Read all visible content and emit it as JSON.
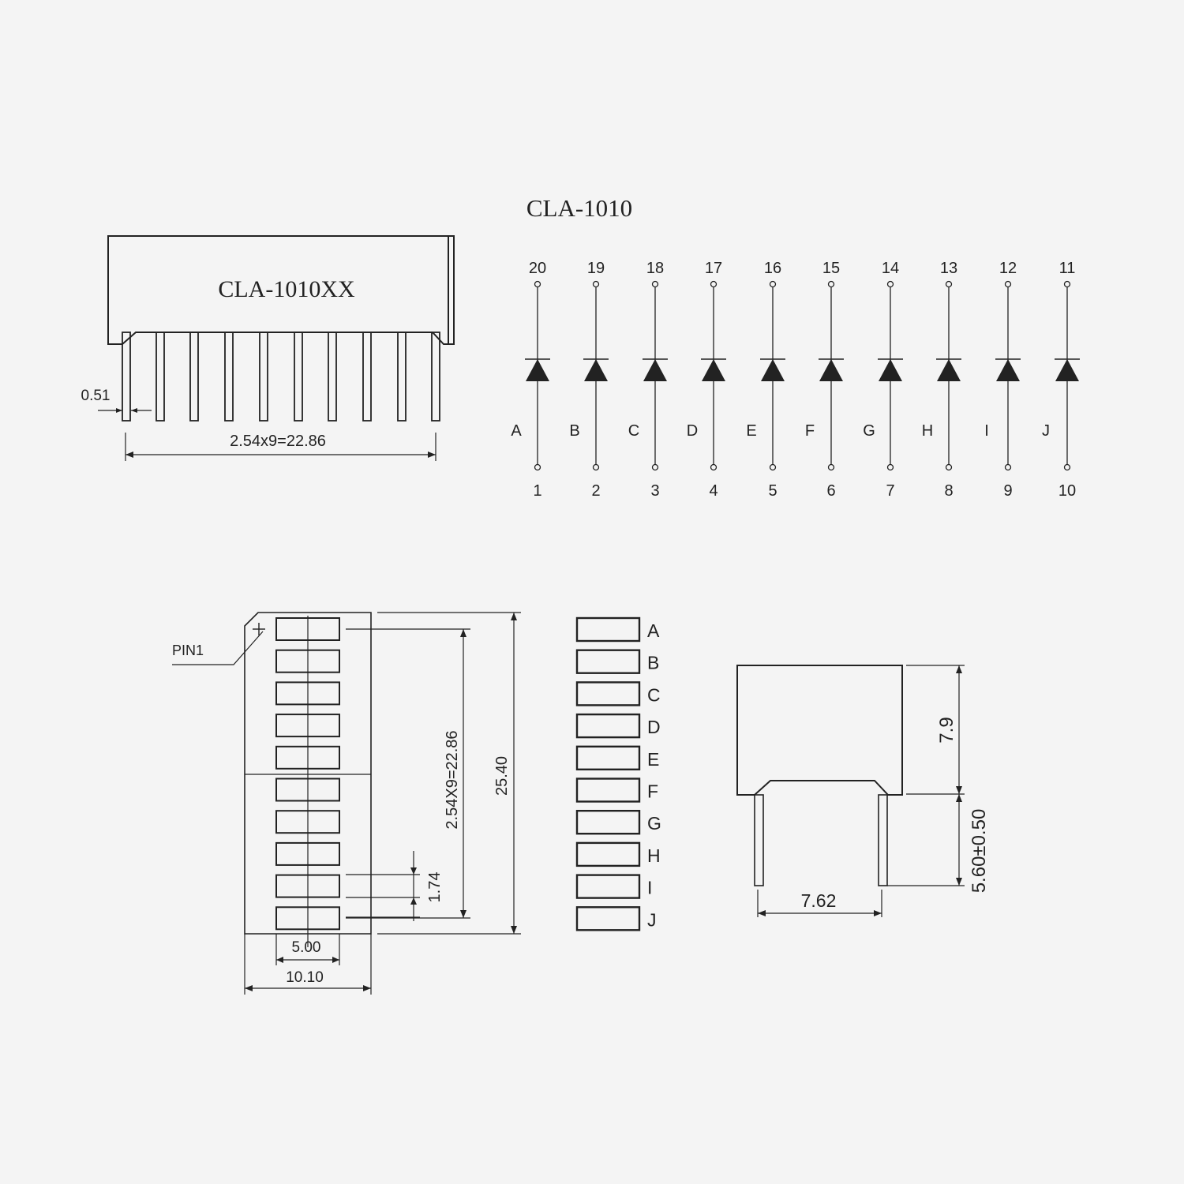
{
  "diagram_title": "CLA-1010",
  "side_view": {
    "body_label": "CLA-1010XX",
    "pin_width_dim": "0.51",
    "pitch_dim": "2.54x9=22.86"
  },
  "schematic": {
    "top_pins": [
      "20",
      "19",
      "18",
      "17",
      "16",
      "15",
      "14",
      "13",
      "12",
      "11"
    ],
    "bottom_pins": [
      "1",
      "2",
      "3",
      "4",
      "5",
      "6",
      "7",
      "8",
      "9",
      "10"
    ],
    "segments": [
      "A",
      "B",
      "C",
      "D",
      "E",
      "F",
      "G",
      "H",
      "I",
      "J"
    ]
  },
  "front_view": {
    "pin1_label": "PIN1",
    "pitch_dim": "2.54X9=22.86",
    "height_dim": "25.40",
    "segment_gap_dim": "1.74",
    "segment_width_dim": "5.00",
    "body_width_dim": "10.10"
  },
  "segment_legend": [
    "A",
    "B",
    "C",
    "D",
    "E",
    "F",
    "G",
    "H",
    "I",
    "J"
  ],
  "end_view": {
    "body_height_dim": "7.9",
    "pin_length_dim": "5.60±0.50",
    "row_spacing_dim": "7.62"
  }
}
